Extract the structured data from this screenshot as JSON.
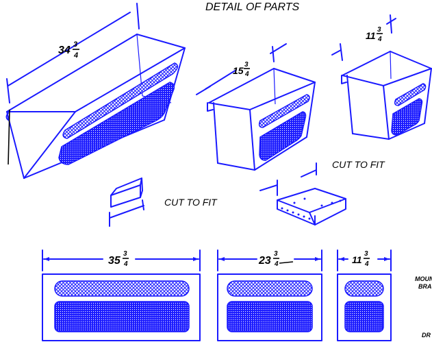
{
  "title": "DETAIL OF PARTS",
  "colors": {
    "line": "#1a1aff",
    "text": "#000000",
    "background": "#ffffff"
  },
  "iso_parts": {
    "large": {
      "dim_whole": "34",
      "dim_num": "3",
      "dim_den": "4"
    },
    "medium": {
      "dim_whole": "15",
      "dim_num": "3",
      "dim_den": "4"
    },
    "small": {
      "dim_whole": "11",
      "dim_num": "3",
      "dim_den": "4"
    }
  },
  "strip_part": {
    "label": "CUT TO FIT"
  },
  "bracket_part": {
    "label": "CUT TO FIT"
  },
  "front_views": [
    {
      "dim_whole": "35",
      "dim_num": "3",
      "dim_den": "4"
    },
    {
      "dim_whole": "23",
      "dim_num": "3",
      "dim_den": "4"
    },
    {
      "dim_whole": "11",
      "dim_num": "3",
      "dim_den": "4"
    }
  ],
  "side_notes": {
    "mounting_line1": "MOUN",
    "mounting_line2": "BRA",
    "bottom_right": "DR"
  }
}
